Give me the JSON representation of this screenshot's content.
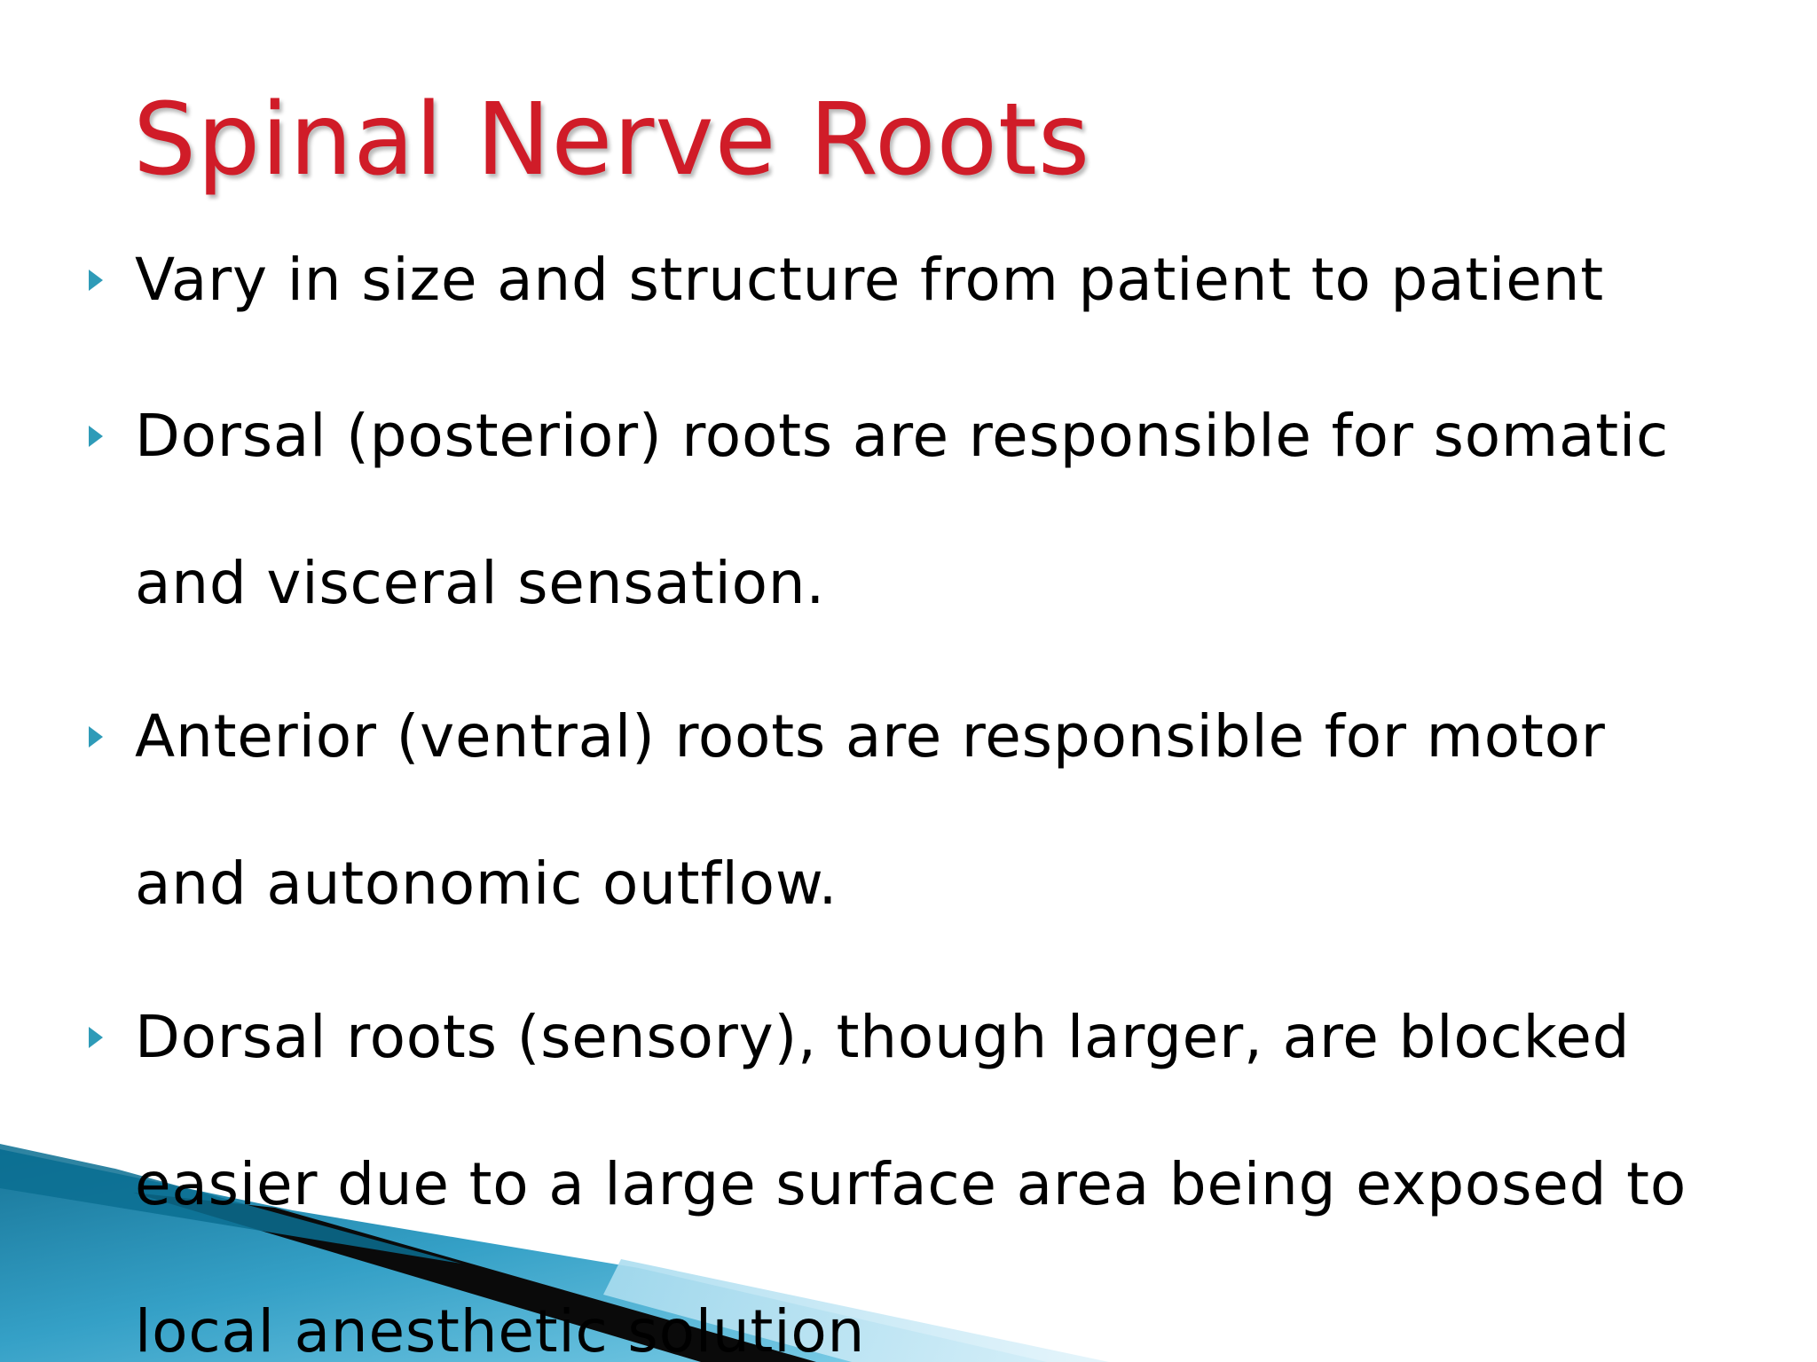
{
  "slide": {
    "title": "Spinal Nerve Roots",
    "title_color": "#d01c28",
    "bullet_color": "#2e9bb8",
    "text_color": "#000000",
    "bullet_icon": "triangle-right-icon",
    "bullets": [
      {
        "lines": [
          "Vary in size and structure from patient to patient"
        ]
      },
      {
        "lines": [
          "Dorsal (posterior) roots are responsible for somatic",
          "and visceral sensation."
        ]
      },
      {
        "lines": [
          "Anterior (ventral) roots are responsible for motor",
          "and autonomic outflow."
        ]
      },
      {
        "lines": [
          "Dorsal roots (sensory), though larger, are blocked",
          "easier due to a large surface area being exposed to",
          "local anesthetic solution"
        ]
      }
    ]
  }
}
